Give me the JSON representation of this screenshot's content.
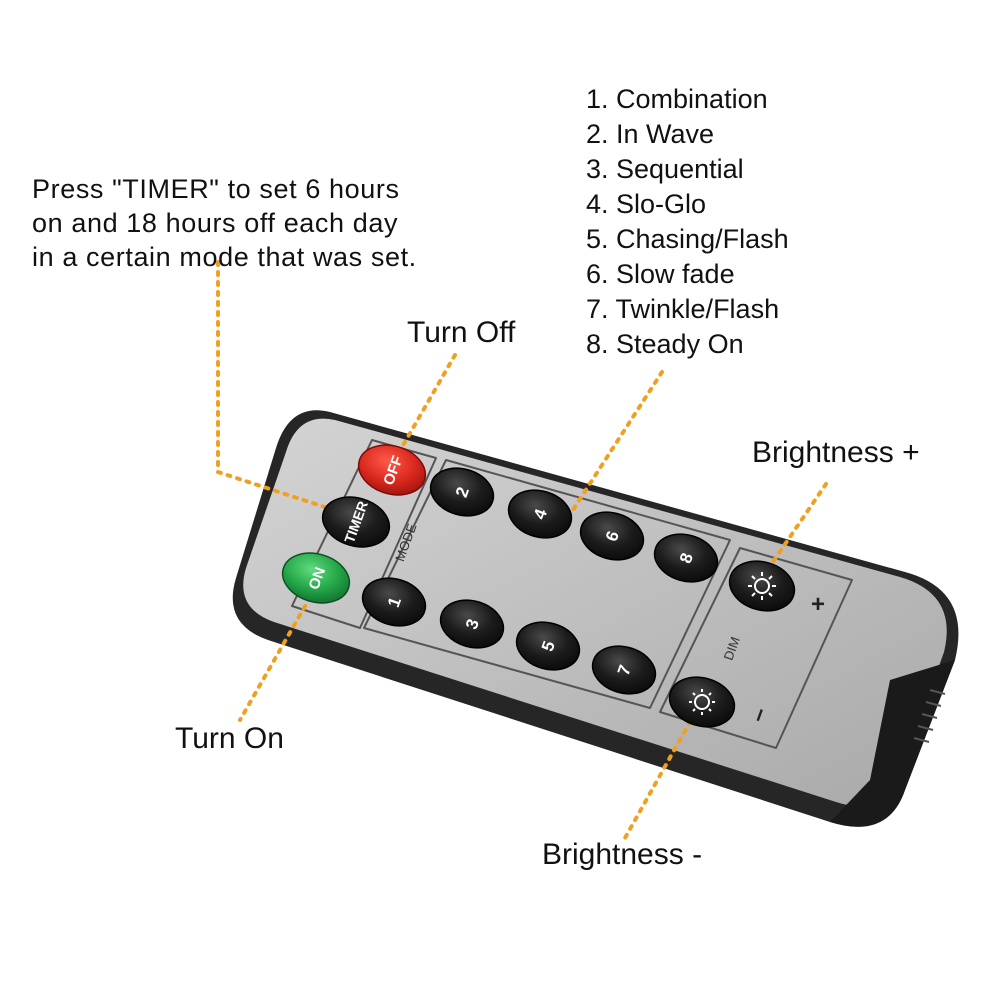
{
  "callouts": {
    "timer_note": [
      "Press \"TIMER\" to set 6 hours",
      "on and 18 hours off each day",
      "in a certain mode that was set."
    ],
    "modes": [
      "1. Combination",
      "2. In Wave",
      "3. Sequential",
      "4. Slo-Glo",
      "5. Chasing/Flash",
      "6. Slow fade",
      "7. Twinkle/Flash",
      "8. Steady On"
    ],
    "turn_off": "Turn Off",
    "turn_on": "Turn On",
    "brightness_plus": "Brightness +",
    "brightness_minus": "Brightness -"
  },
  "remote": {
    "off_label": "OFF",
    "on_label": "ON",
    "timer_label": "TIMER",
    "mode_label": "MODE",
    "dim_label": "DIM",
    "plus_sign": "+",
    "minus_sign": "–",
    "mode_buttons": [
      "1",
      "2",
      "3",
      "4",
      "5",
      "6",
      "7",
      "8"
    ]
  },
  "colors": {
    "leader_line": "#f0a020",
    "remote_face": "#bdbdbd",
    "remote_body": "#2b2b2b",
    "off_button": "#d9281e",
    "on_button": "#22a447",
    "key_button": "#1e1e1e"
  }
}
